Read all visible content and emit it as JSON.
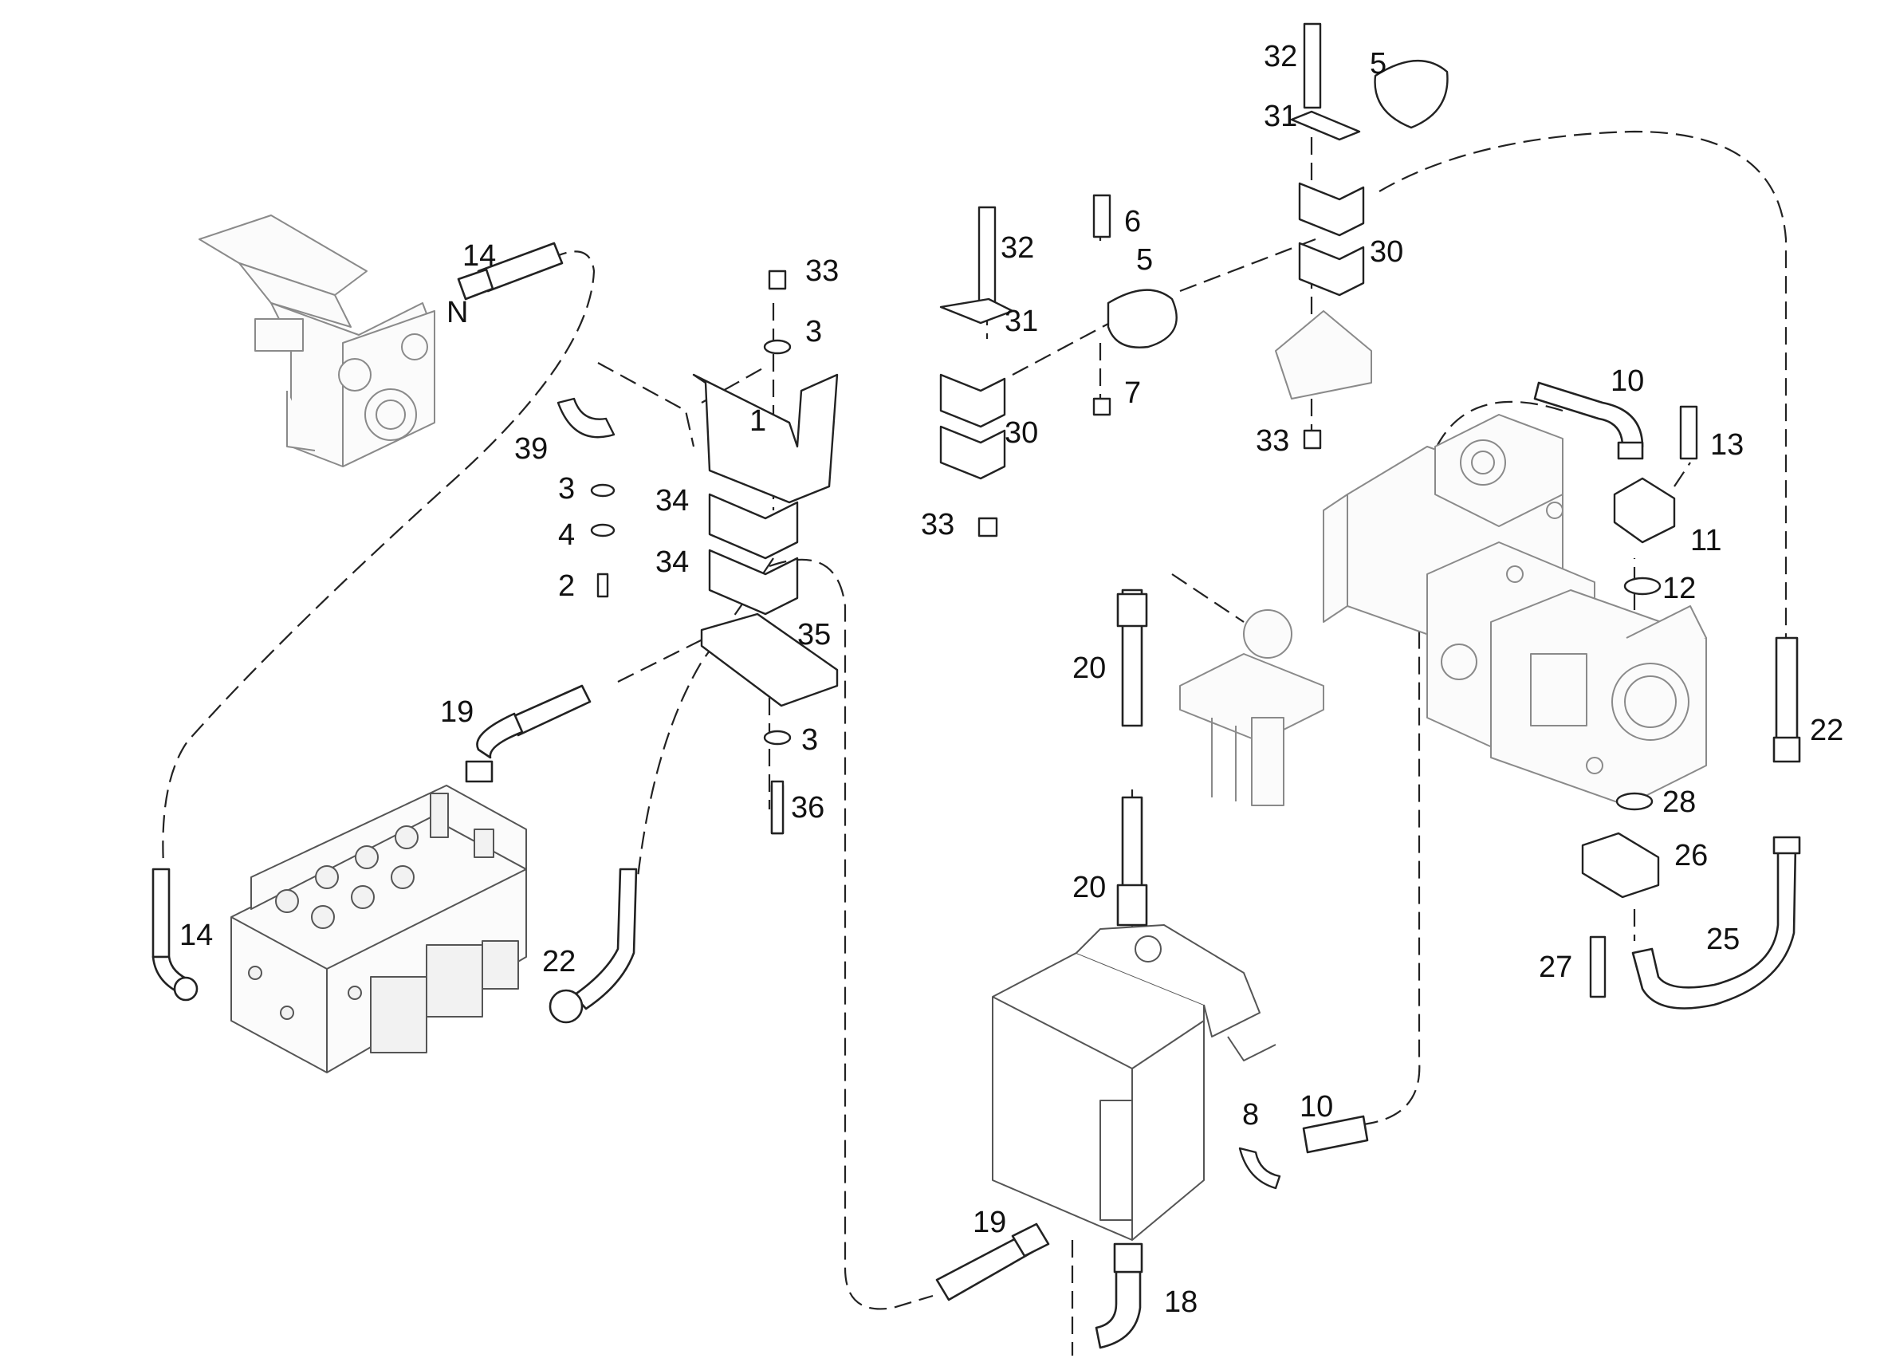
{
  "diagram": {
    "callouts": [
      {
        "id": "c-32-top",
        "text": "32"
      },
      {
        "id": "c-5-top",
        "text": "5"
      },
      {
        "id": "c-31-top",
        "text": "31"
      },
      {
        "id": "c-30-top",
        "text": "30"
      },
      {
        "id": "c-6",
        "text": "6"
      },
      {
        "id": "c-5-mid",
        "text": "5"
      },
      {
        "id": "c-7",
        "text": "7"
      },
      {
        "id": "c-32-mid",
        "text": "32"
      },
      {
        "id": "c-31-mid",
        "text": "31"
      },
      {
        "id": "c-30-mid",
        "text": "30"
      },
      {
        "id": "c-33-mid",
        "text": "33"
      },
      {
        "id": "c-33-right",
        "text": "33"
      },
      {
        "id": "c-33-left",
        "text": "33"
      },
      {
        "id": "c-3-a",
        "text": "3"
      },
      {
        "id": "c-1",
        "text": "1"
      },
      {
        "id": "c-14-top",
        "text": "14"
      },
      {
        "id": "c-39",
        "text": "39"
      },
      {
        "id": "c-3-b",
        "text": "3"
      },
      {
        "id": "c-4",
        "text": "4"
      },
      {
        "id": "c-2",
        "text": "2"
      },
      {
        "id": "c-34-a",
        "text": "34"
      },
      {
        "id": "c-34-b",
        "text": "34"
      },
      {
        "id": "c-35",
        "text": "35"
      },
      {
        "id": "c-3-c",
        "text": "3"
      },
      {
        "id": "c-36",
        "text": "36"
      },
      {
        "id": "c-19-top",
        "text": "19"
      },
      {
        "id": "c-14-bottom",
        "text": "14"
      },
      {
        "id": "c-22-left",
        "text": "22"
      },
      {
        "id": "c-20-a",
        "text": "20"
      },
      {
        "id": "c-20-b",
        "text": "20"
      },
      {
        "id": "c-10-top",
        "text": "10"
      },
      {
        "id": "c-13",
        "text": "13"
      },
      {
        "id": "c-11",
        "text": "11"
      },
      {
        "id": "c-12",
        "text": "12"
      },
      {
        "id": "c-22-right",
        "text": "22"
      },
      {
        "id": "c-28",
        "text": "28"
      },
      {
        "id": "c-26",
        "text": "26"
      },
      {
        "id": "c-25",
        "text": "25"
      },
      {
        "id": "c-27",
        "text": "27"
      },
      {
        "id": "c-8",
        "text": "8"
      },
      {
        "id": "c-10-bottom",
        "text": "10"
      },
      {
        "id": "c-19-bottom",
        "text": "19"
      },
      {
        "id": "c-18",
        "text": "18"
      }
    ],
    "pedal_mark": "N"
  }
}
